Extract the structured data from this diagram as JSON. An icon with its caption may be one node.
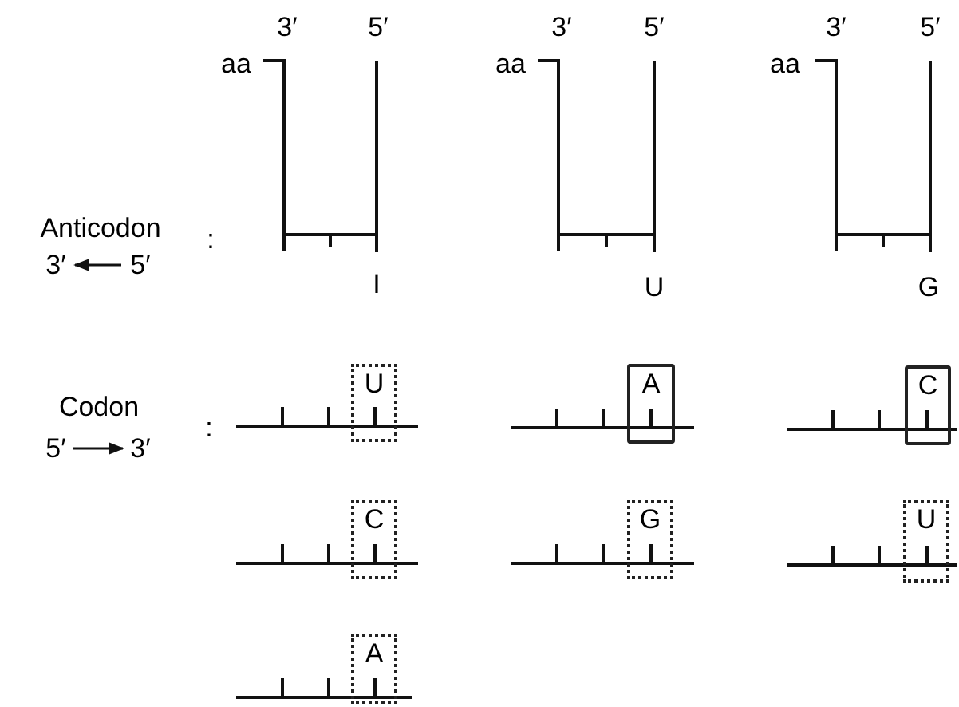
{
  "diagram": {
    "nodes": [
      {
        "text": [
          "U"
        ]
      },
      {
        "text": [
          "A"
        ]
      },
      {
        "text": [
          "C"
        ]
      },
      {
        "text": [
          "C"
        ]
      },
      {
        "text": [
          "G"
        ]
      },
      {
        "text": [
          "U"
        ]
      },
      {
        "text": [
          "A"
        ]
      }
    ],
    "labels": [
      "aa",
      "3′",
      "5′",
      "aa",
      "3′",
      "5′",
      "aa",
      "3′",
      "5′",
      "Anticodon",
      ":",
      "3′",
      "5′",
      "I",
      "U",
      "G",
      "Codon",
      ":",
      "5′",
      "3′"
    ]
  }
}
